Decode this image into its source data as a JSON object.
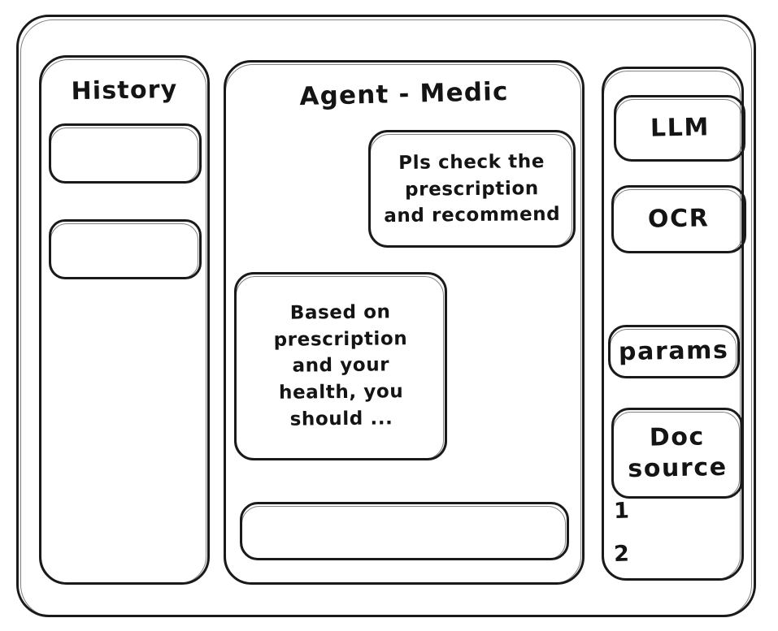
{
  "window": {
    "shape": "rounded-rect-frame",
    "style": "hand-drawn wireframe"
  },
  "sidebar": {
    "title": "History",
    "items": [
      {
        "label": ""
      },
      {
        "label": ""
      }
    ]
  },
  "main": {
    "title": "Agent - Medic",
    "messages": [
      {
        "role": "user",
        "align": "right",
        "text": "Pls check the\nprescription\nand recommend"
      },
      {
        "role": "agent",
        "align": "left",
        "text": "Based on\nprescription\nand your\nhealth, you\nshould ..."
      }
    ],
    "composer": {
      "value": "",
      "placeholder": ""
    }
  },
  "rail": {
    "buttons": [
      {
        "label": "LLM"
      },
      {
        "label": "OCR"
      },
      {
        "label": "params"
      }
    ],
    "doc_source": {
      "label": "Doc\nsource",
      "items": [
        "1",
        "2"
      ]
    }
  },
  "colors": {
    "ink": "#1a1a1a",
    "background": "#ffffff"
  }
}
